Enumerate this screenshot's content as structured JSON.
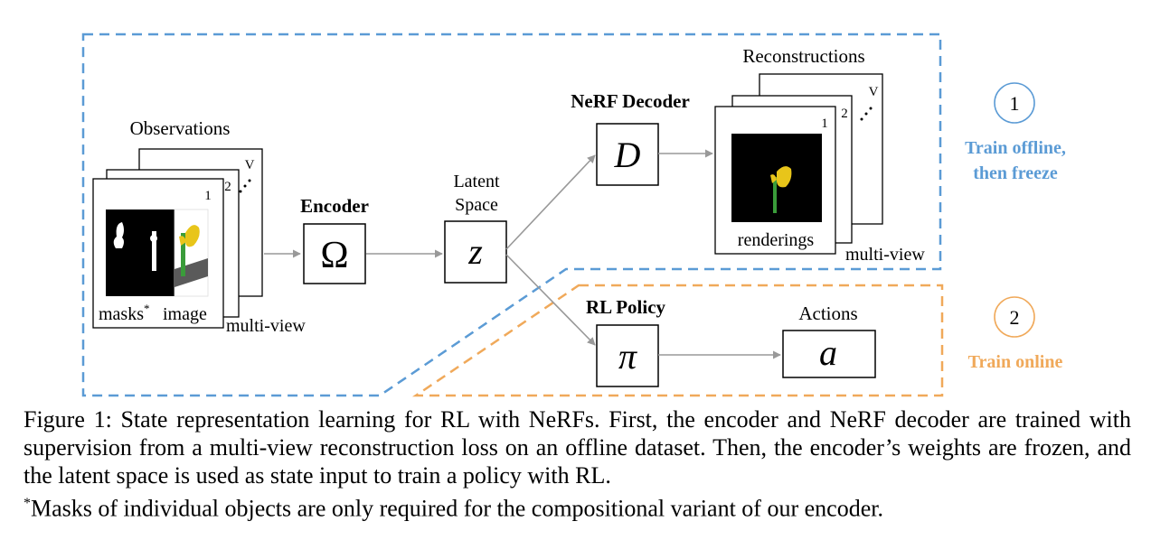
{
  "diagram": {
    "observations_label": "Observations",
    "obs_view_1": "1",
    "obs_view_2": "2",
    "obs_view_v": "V",
    "obs_masks_label": "masks",
    "obs_masks_star": "*",
    "obs_image_label": "image",
    "obs_multiview_label": "multi-view",
    "encoder_title": "Encoder",
    "encoder_symbol": "Ω",
    "latent_line1": "Latent",
    "latent_line2": "Space",
    "latent_symbol": "z",
    "nerf_decoder_title": "NeRF Decoder",
    "decoder_symbol": "D",
    "reconstructions_label": "Reconstructions",
    "rec_view_1": "1",
    "rec_view_2": "2",
    "rec_view_v": "V",
    "renderings_label": "renderings",
    "rec_multiview_label": "multi-view",
    "rl_policy_title": "RL Policy",
    "policy_symbol": "π",
    "actions_label": "Actions",
    "action_symbol": "a",
    "stage1_number": "1",
    "stage1_line1": "Train offline,",
    "stage1_line2": "then freeze",
    "stage2_number": "2",
    "stage2_label": "Train online",
    "colors": {
      "stage1": "#5b9bd5",
      "stage2": "#f0a95a",
      "arrow": "#999999"
    }
  },
  "caption": {
    "text": "Figure 1: State representation learning for RL with NeRFs. First, the encoder and NeRF decoder are trained with supervision from a multi-view reconstruction loss on an offline dataset. Then, the encoder’s weights are frozen, and the latent space is used as state input to train a policy with RL.",
    "footnote_star": "*",
    "footnote": "Masks of individual objects are only required for the compositional variant of our encoder."
  }
}
